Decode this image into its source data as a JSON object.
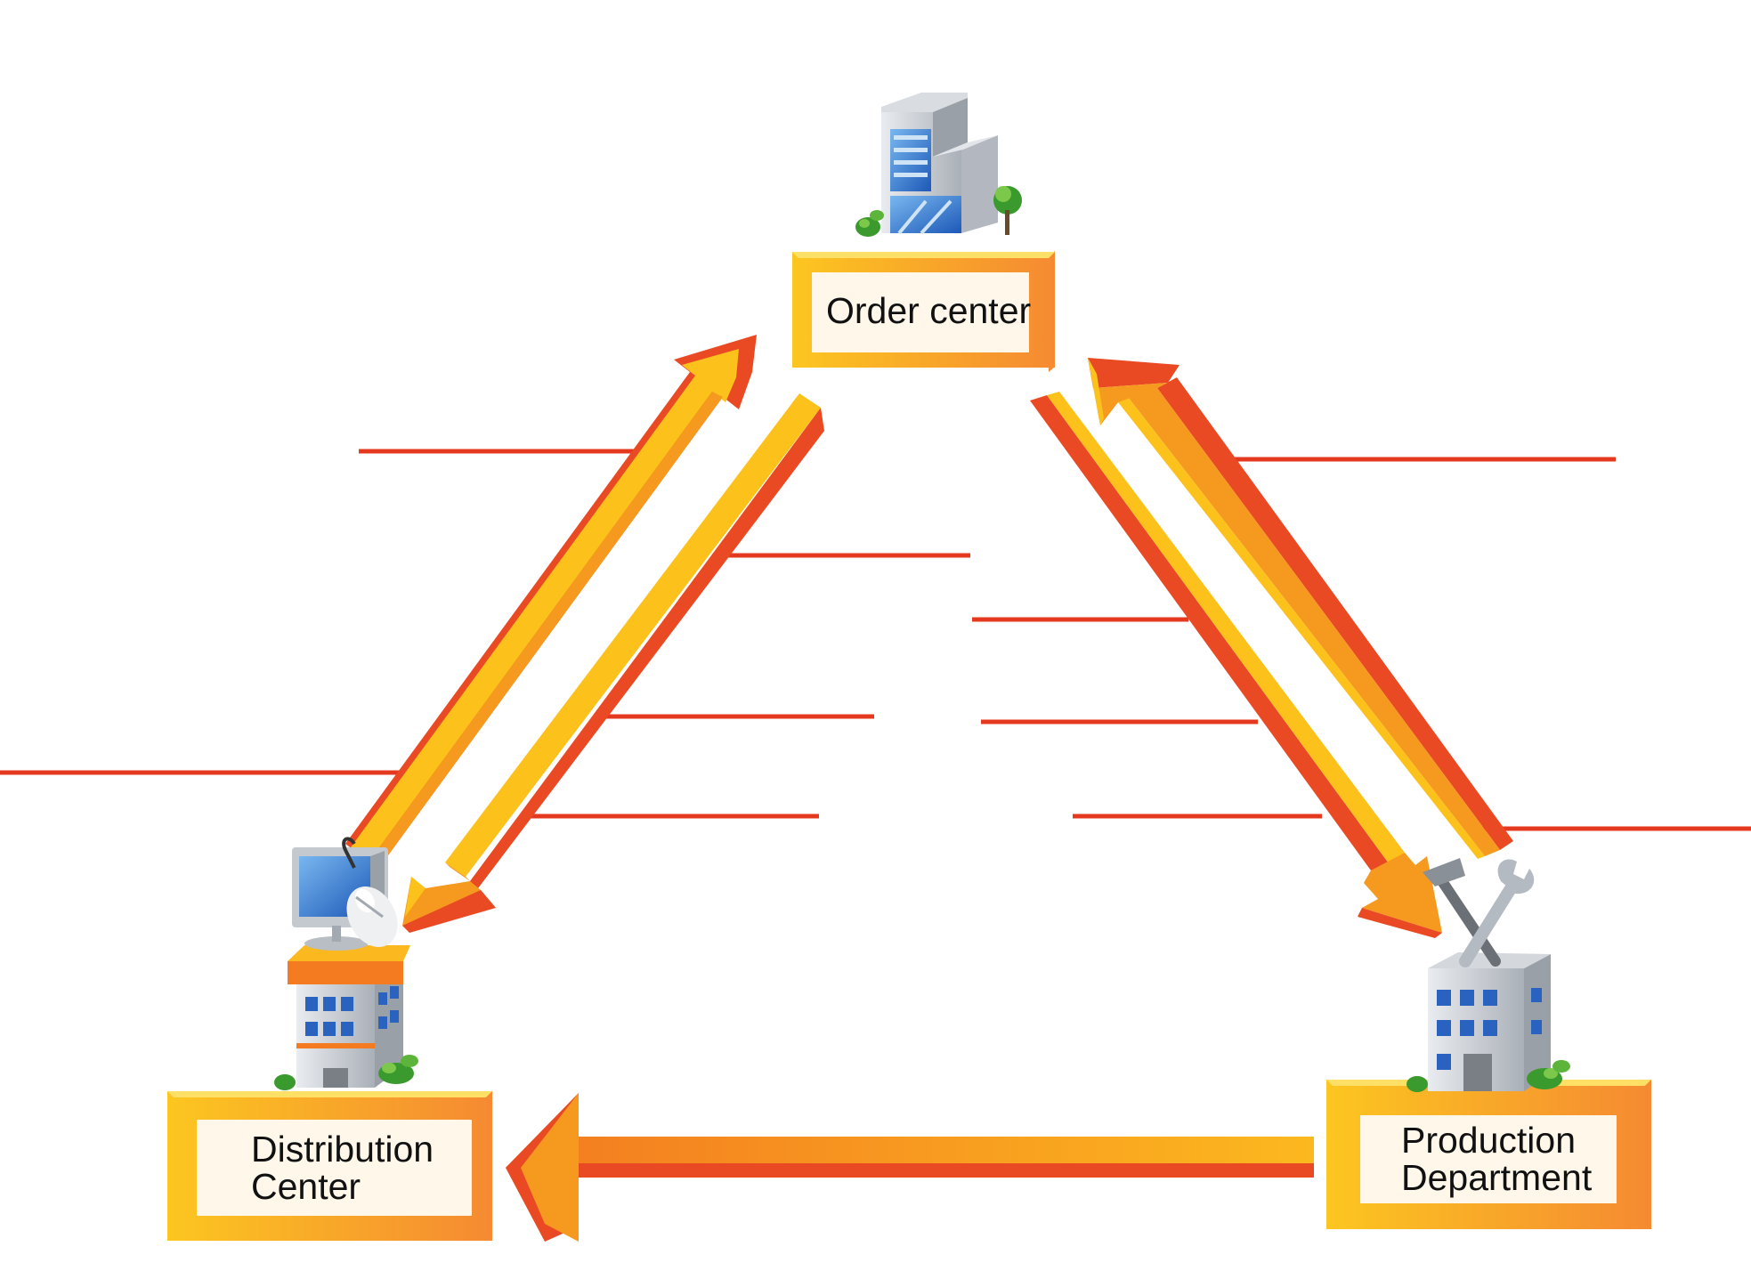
{
  "nodes": {
    "order_center": {
      "label": "Order center"
    },
    "distribution_center": {
      "label_line1": "Distribution",
      "label_line2": "Center"
    },
    "production_department": {
      "label_line1": "Production",
      "label_line2": "Department"
    }
  },
  "colors": {
    "arrow_red": "#ea4a23",
    "arrow_orange": "#f59a1f",
    "arrow_yellow": "#fcc21b",
    "box_frame": "#fcbb1e",
    "box_fill": "#fff7ea",
    "line_red": "#e5391f"
  },
  "icons": {
    "order_center": "office-building-icon",
    "distribution_center": "computer-building-icon",
    "production_department": "factory-tools-building-icon"
  }
}
